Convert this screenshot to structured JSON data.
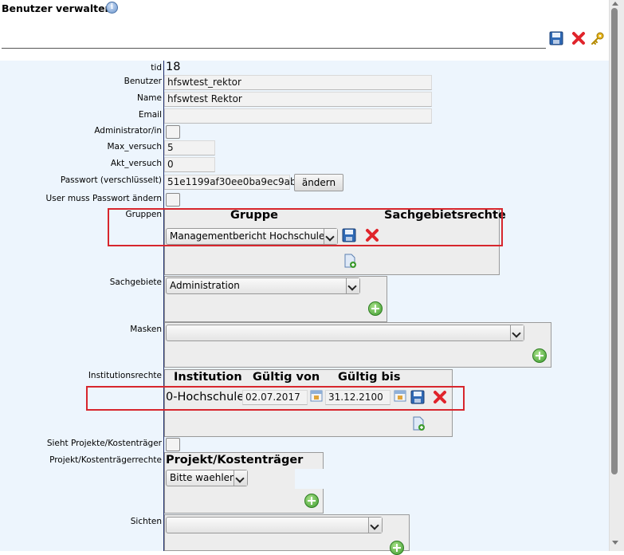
{
  "header": {
    "title": "Benutzer verwalten.",
    "info_icon": "info-icon",
    "toolbar": [
      "save-icon",
      "delete-icon",
      "key-icon"
    ]
  },
  "form": {
    "labels": {
      "tid": "tid",
      "benutzer": "Benutzer",
      "name": "Name",
      "email": "Email",
      "admin": "Administrator/in",
      "max_versuch": "Max_versuch",
      "akt_versuch": "Akt_versuch",
      "passwort": "Passwort (verschlüsselt)",
      "muss_aendern": "User muss Passwort ändern",
      "gruppen": "Gruppen",
      "sachgebiete": "Sachgebiete",
      "masken": "Masken",
      "institutionsrechte": "Institutionsrechte",
      "sieht_projekte": "Sieht Projekte/Kostenträger",
      "projektrechte": "Projekt/Kostenträgerrechte",
      "sichten": "Sichten"
    },
    "values": {
      "tid": "18",
      "benutzer": "hfswtest_rektor",
      "name": "hfswtest Rektor",
      "email": "",
      "max_versuch": "5",
      "akt_versuch": "0",
      "passwort": "51e1199af30ee0ba9ec9ab"
    },
    "change_password_button": "ändern",
    "gruppen": {
      "col_gruppe": "Gruppe",
      "col_sachgebietsrechte": "Sachgebietsrechte",
      "selected": "Managementbericht Hochschule"
    },
    "sachgebiete": {
      "selected": "Administration"
    },
    "masken": {
      "selected": ""
    },
    "institutionsrechte": {
      "col_institution": "Institution",
      "col_gueltig_von": "Gültig von",
      "col_gueltig_bis": "Gültig bis",
      "institution": "0-Hochschule",
      "gueltig_von": "02.07.2017",
      "gueltig_bis": "31.12.2100"
    },
    "projektrechte": {
      "col_projekt": "Projekt/Kostenträger",
      "selected": "Bitte waehlen"
    },
    "sichten": {
      "selected": ""
    }
  },
  "colors": {
    "form_bg": "#edf5fd",
    "highlight": "#d7262d",
    "divider": "#1e2c6b"
  }
}
